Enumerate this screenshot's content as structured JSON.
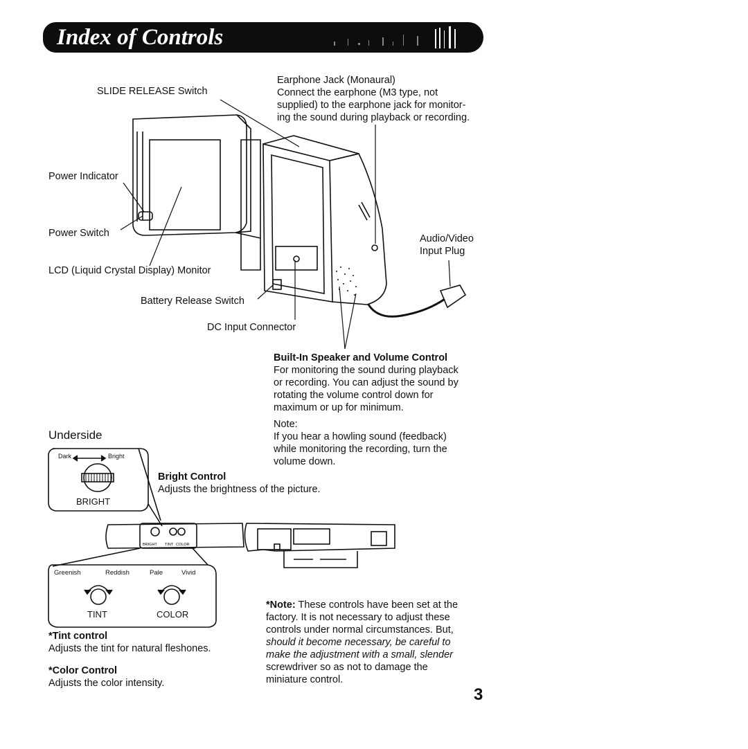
{
  "header": {
    "title": "Index of Controls"
  },
  "labels": {
    "slide_release": "SLIDE RELEASE Switch",
    "power_indicator": "Power Indicator",
    "power_switch": "Power Switch",
    "lcd_monitor": "LCD (Liquid Crystal Display) Monitor",
    "battery_release": "Battery Release Switch",
    "dc_input": "DC Input Connector",
    "av_input_line1": "Audio/Video",
    "av_input_line2": "Input Plug"
  },
  "earphone": {
    "title": "Earphone Jack (Monaural)",
    "lines": [
      "Connect the earphone (M3 type, not",
      "supplied) to the earphone jack for monitor-",
      "ing the sound during playback or recording."
    ]
  },
  "speaker": {
    "title": "Built-In Speaker and Volume Control",
    "lines": [
      "For monitoring the sound during playback",
      "or recording. You can adjust the sound by",
      "rotating the volume control down for",
      "maximum or up for minimum."
    ]
  },
  "note": {
    "title": "Note:",
    "lines": [
      "If you hear a howling sound (feedback)",
      "while monitoring the recording, turn the",
      "volume down."
    ]
  },
  "underside": {
    "heading": "Underside",
    "bright_box": {
      "dark": "Dark",
      "bright": "Bright",
      "label": "BRIGHT"
    },
    "bright_control": {
      "title": "Bright Control",
      "desc": "Adjusts the brightness of the picture."
    },
    "panel_labels": [
      "BRIGHT",
      "TINT",
      "COLOR"
    ],
    "tint_color_box": {
      "greenish": "Greenish",
      "reddish": "Reddish",
      "pale": "Pale",
      "vivid": "Vivid",
      "tint": "TINT",
      "color": "COLOR"
    }
  },
  "tint_control": {
    "title": "*Tint control",
    "desc": "Adjusts the tint for natural fleshones."
  },
  "color_control": {
    "title": "*Color Control",
    "desc": "Adjusts the color intensity."
  },
  "factory_note": {
    "title": "*Note:",
    "lines_regular": [
      "These controls have been set at the",
      "factory. It is not necessary to adjust these",
      "controls under normal circumstances. But,"
    ],
    "lines_italic": [
      "should it become necessary, be careful to",
      "make the adjustment with a small, slender"
    ],
    "lines_tail": [
      "screwdriver so as not to damage the",
      "miniature control."
    ]
  },
  "page_number": "3"
}
